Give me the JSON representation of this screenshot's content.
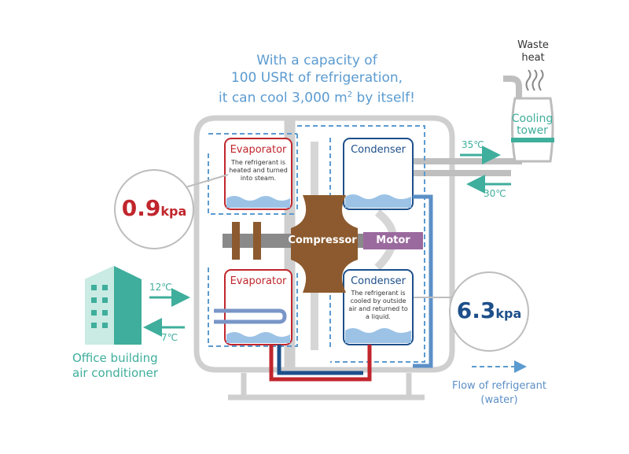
{
  "headline": {
    "line1": "With a capacity of",
    "line2": "100 USRt of refrigeration,",
    "line3_pre": "it can cool 3,000 m",
    "line3_sup": "2",
    "line3_post": " by itself!"
  },
  "waste_heat": {
    "line1": "Waste",
    "line2": "heat"
  },
  "cooling_tower": {
    "line1": "Cooling",
    "line2": "tower"
  },
  "temps": {
    "tower_in": "35℃",
    "tower_out": "30℃",
    "building_out": "12℃",
    "building_in": "7℃"
  },
  "evaporator_top": {
    "title": "Evaporator",
    "desc1": "The refrigerant is",
    "desc2": "heated and turned",
    "desc3": "into steam."
  },
  "evaporator_bottom": {
    "title": "Evaporator"
  },
  "condenser_top": {
    "title": "Condenser"
  },
  "condenser_bottom": {
    "title": "Condenser",
    "desc1": "The refrigerant is",
    "desc2": "cooled by outside",
    "desc3": "air and returned to",
    "desc4": "a liquid."
  },
  "compressor": {
    "label": "Compressor"
  },
  "motor": {
    "label": "Motor"
  },
  "pressure_low": {
    "value": "0.9",
    "unit": "kpa"
  },
  "pressure_high": {
    "value": "6.3",
    "unit": "kpa"
  },
  "building": {
    "line1": "Office building",
    "line2": "air conditioner"
  },
  "legend": {
    "line1": "Flow of refrigerant",
    "line2": "(water)"
  },
  "colors": {
    "red": "#c0262c",
    "navy": "#1d4f8a",
    "teal": "#3fae9c",
    "light_blue": "#5b9bd0",
    "compressor_brown": "#8c5a2e",
    "motor_purple": "#9a6a9e",
    "frame_gray": "#c8c8c8"
  }
}
